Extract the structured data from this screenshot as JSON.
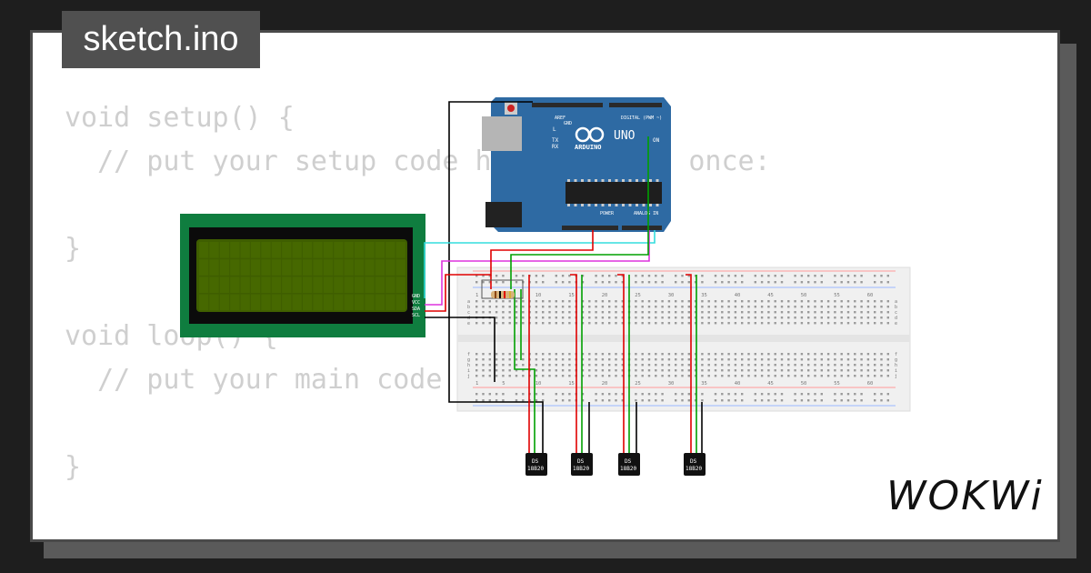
{
  "tab": {
    "filename": "sketch.ino"
  },
  "code": {
    "lines": [
      "void setup() {",
      "  // put your setup code here, to run once:",
      "",
      "}",
      "",
      "void loop() {",
      "  // put your main code here, to run repeatedly:",
      "",
      "}"
    ]
  },
  "board": {
    "model": "UNO",
    "brand": "ARDUINO",
    "digital_label": "DIGITAL (PWM ~)",
    "power_label": "POWER",
    "analog_label": "ANALOG IN",
    "tx_label": "TX",
    "rx_label": "RX",
    "l_label": "L",
    "on_label": "ON",
    "aref_label": "AREF",
    "gnd_label": "GND"
  },
  "breadboard": {
    "column_numbers": [
      "1",
      "5",
      "10",
      "15",
      "20",
      "25",
      "30",
      "35",
      "40",
      "45",
      "50",
      "55",
      "60"
    ],
    "row_letters_top": [
      "a",
      "b",
      "c",
      "d",
      "e"
    ],
    "row_letters_bottom": [
      "f",
      "g",
      "h",
      "i",
      "j"
    ]
  },
  "sensors": [
    {
      "label_line1": "DS",
      "label_line2": "18B20"
    },
    {
      "label_line1": "DS",
      "label_line2": "18B20"
    },
    {
      "label_line1": "DS",
      "label_line2": "18B20"
    },
    {
      "label_line1": "DS",
      "label_line2": "18B20"
    }
  ],
  "lcd": {
    "pin_labels": [
      "GND",
      "VCC",
      "SDA",
      "SCL"
    ]
  },
  "logo": {
    "text": "WOKWi"
  },
  "colors": {
    "background": "#1e1e1e",
    "card": "#ffffff",
    "tab": "#505050",
    "code_text": "#cfcfcf",
    "arduino_board": "#2e6aa3",
    "lcd_pcb": "#0f7d3f",
    "lcd_screen": "#3f5e00",
    "breadboard": "#f0f0f0",
    "wire_red": "#e00000",
    "wire_green": "#00a000",
    "wire_black": "#000000",
    "wire_cyan": "#33dddd",
    "wire_magenta": "#dd33dd"
  }
}
